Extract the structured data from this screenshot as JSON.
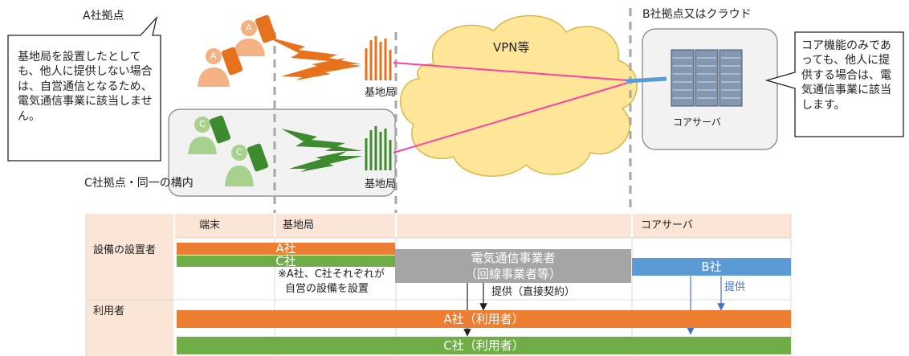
{
  "diagram": {
    "label_a_site": "A社拠点",
    "label_b_site": "B社拠点又はクラウド",
    "label_c_site": "C社拠点・同一の構内",
    "label_vpn": "VPN等",
    "label_base_station_top": "基地局",
    "label_base_station_bottom": "基地局",
    "label_core_server": "コアサーバ",
    "terminal_letters": [
      "A",
      "A",
      "C",
      "C"
    ],
    "callout_left": "基地局を設置したとしても、他人に提供しない場合は、自営通信となるため、電気通信事業に該当しません。",
    "callout_right": "コア機能のみであっても、他人に提供する場合は、電気通信事業に該当します。"
  },
  "table": {
    "col_headers": [
      "",
      "端末",
      "基地局",
      "",
      "コアサーバ"
    ],
    "row_installer": "設備の設置者",
    "row_user": "利用者",
    "bar_a": "A社",
    "bar_c": "C社",
    "bar_carrier_line1": "電気通信事業者",
    "bar_carrier_line2": "（回線事業者等）",
    "bar_b": "B社",
    "note_line1": "※A社、C社それぞれが",
    "note_line2": "自営の設備を設置",
    "provide_direct": "提供（直接契約）",
    "provide": "提供",
    "user_a": "A社（利用者）",
    "user_c": "C社（利用者）"
  },
  "colors": {
    "orange": "#ED7D31",
    "green": "#70AD47",
    "gray": "#A5A5A5",
    "blue": "#5B9BD5",
    "magenta": "#FF3FA4",
    "cloud": "#FFE699",
    "header_fill": "#FBE5D6"
  }
}
